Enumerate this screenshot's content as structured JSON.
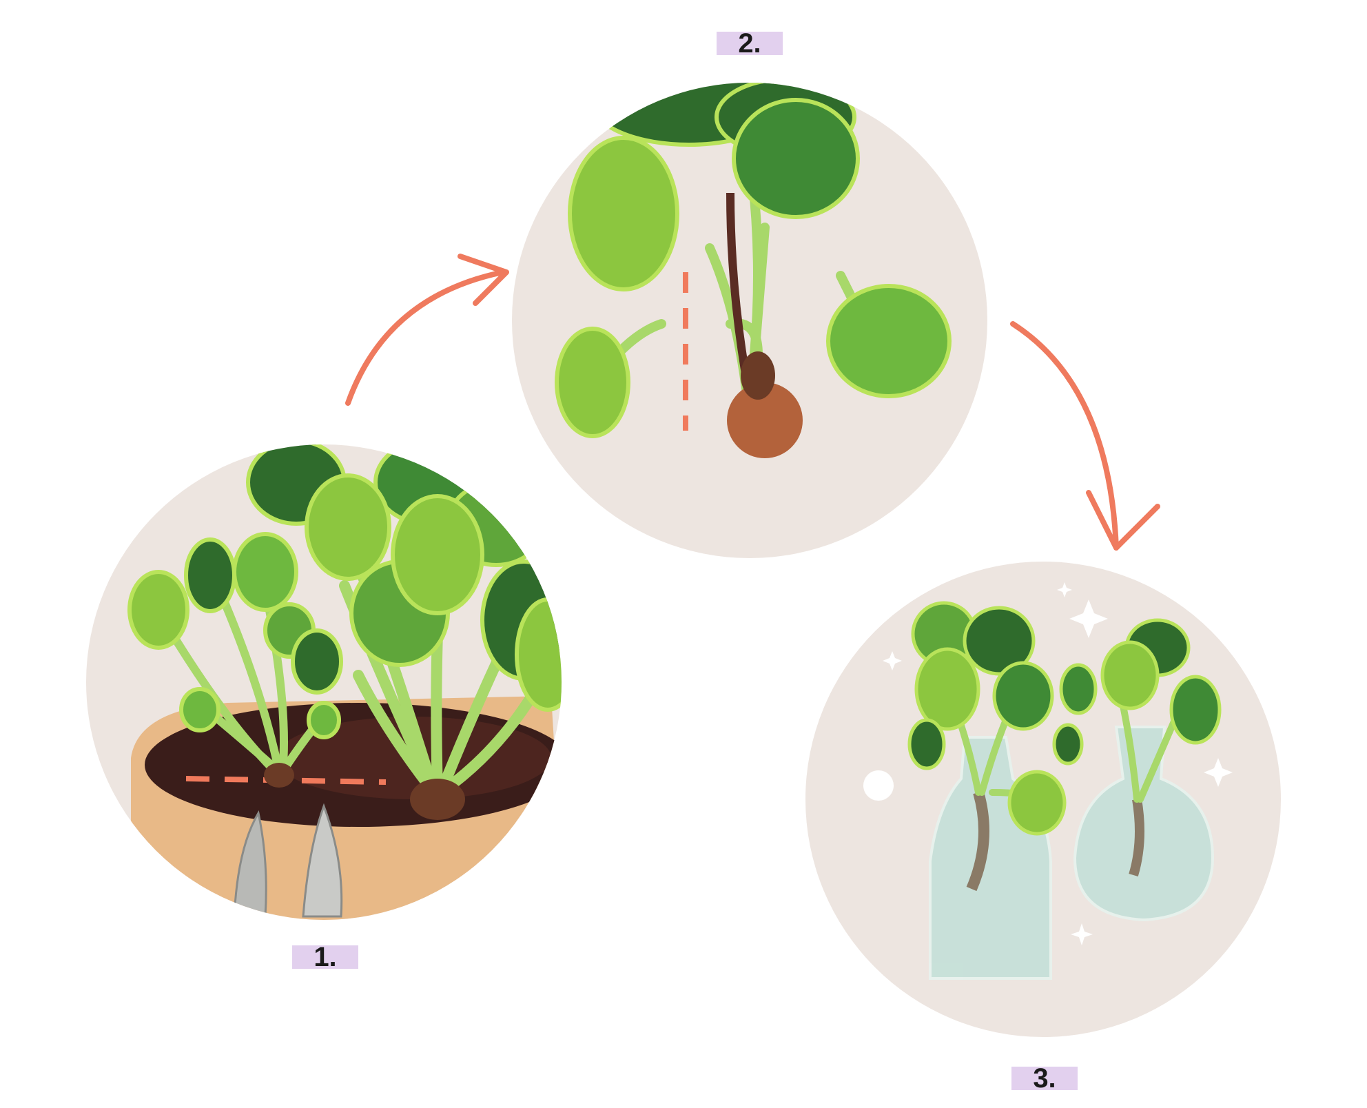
{
  "steps": [
    {
      "label": "1.",
      "scene": "divide-plant-in-pot"
    },
    {
      "label": "2.",
      "scene": "separated-offshoot"
    },
    {
      "label": "3.",
      "scene": "cuttings-in-water"
    }
  ],
  "icons": {
    "arrow_1_to_2": "curved-arrow-icon",
    "arrow_2_to_3": "curved-arrow-icon",
    "scissors": "scissors-icon",
    "sparkles": "sparkle-icon"
  },
  "colors": {
    "circle_bg": "#ede5e0",
    "arrow": "#ef7a5e",
    "cut_line": "#f07a5c",
    "label_bg": "#e2d0ee",
    "leaf_light": "#8cc63f",
    "leaf_mid": "#5fa63a",
    "leaf_dark": "#2f6b2c",
    "leaf_rim": "#b9e35a",
    "pot": "#e8b987",
    "soil": "#3a1d1a",
    "glass": "#bfe0d8"
  }
}
